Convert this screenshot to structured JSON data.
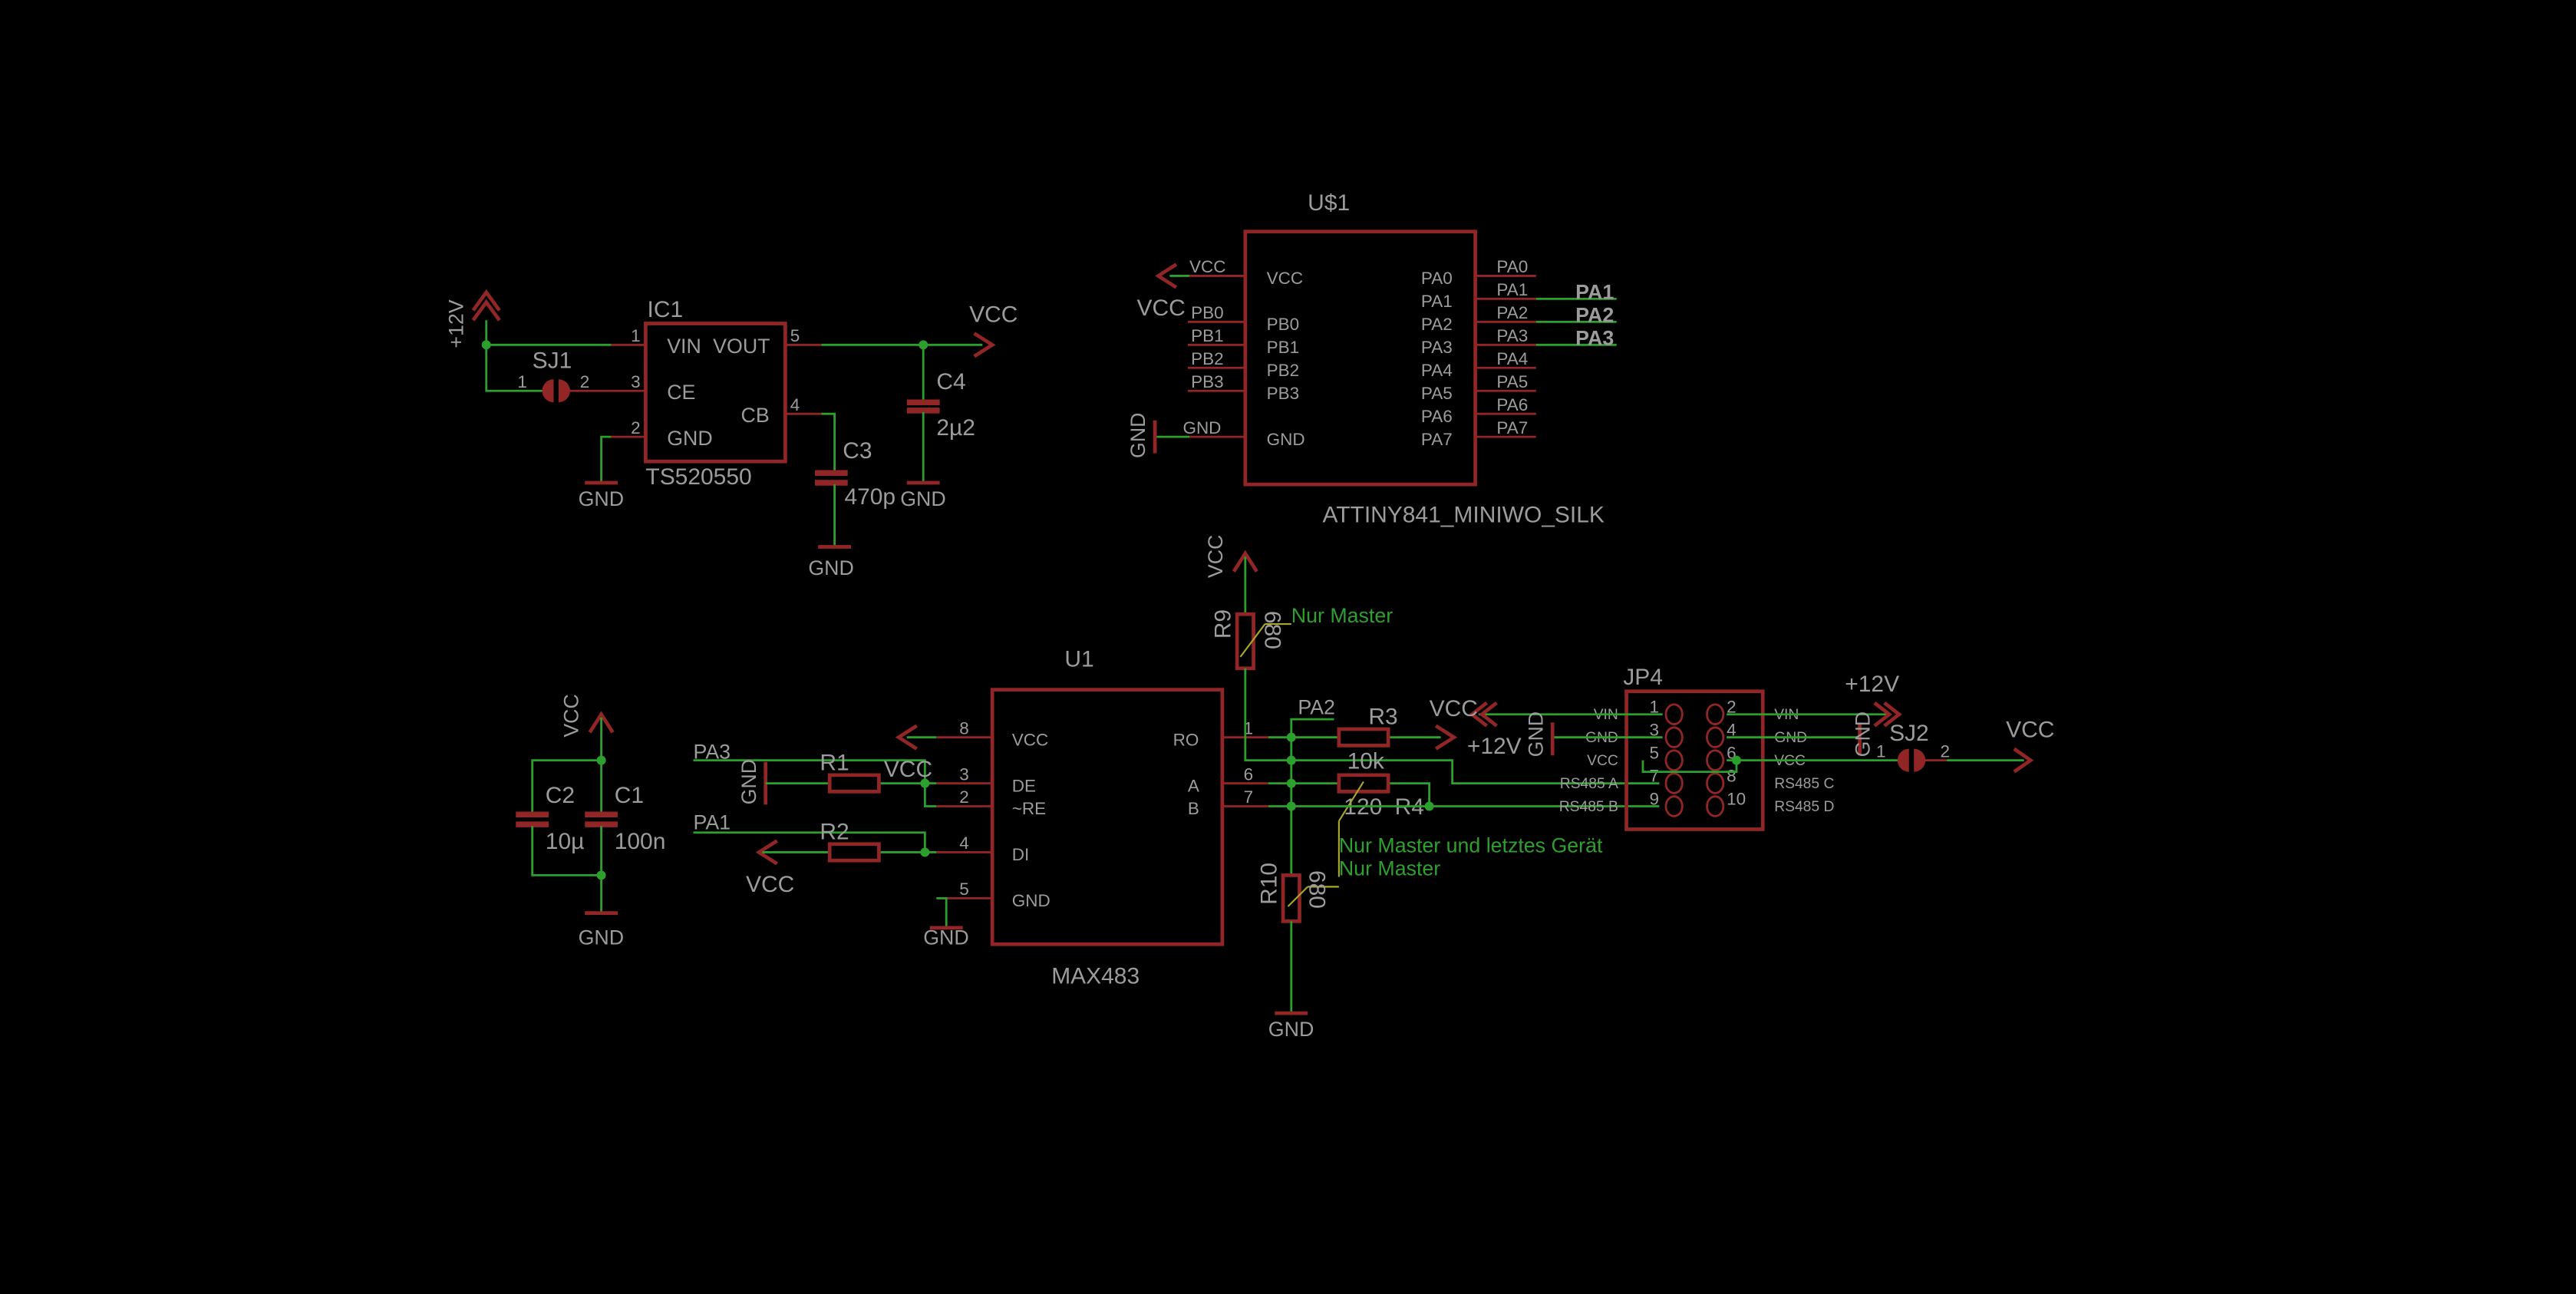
{
  "colors": {
    "background": "#000000",
    "wire": "#2ca02c",
    "symbol": "#922525",
    "text": "#9c9c9c",
    "note": "#2f9f2f"
  },
  "ic1": {
    "ref": "IC1",
    "value": "TS520550",
    "pin_vin": "VIN",
    "pin_vout": "VOUT",
    "pin_ce": "CE",
    "pin_cb": "CB",
    "pin_gnd": "GND",
    "n1": "1",
    "n3": "3",
    "n2": "2",
    "n5": "5",
    "n4": "4"
  },
  "sj1": {
    "ref": "SJ1",
    "p1": "1",
    "p2": "2"
  },
  "c3": {
    "ref": "C3",
    "value": "470p"
  },
  "c4": {
    "ref": "C4",
    "value": "2µ2"
  },
  "c1": {
    "ref": "C1",
    "value": "100n"
  },
  "c2": {
    "ref": "C2",
    "value": "10µ"
  },
  "supply": {
    "p12v": "+12V",
    "vcc": "VCC",
    "gnd": "GND"
  },
  "us1": {
    "ref": "U$1",
    "value": "ATTINY841_MINIWO_SILK",
    "left_pins": [
      "VCC",
      "PB0",
      "PB1",
      "PB2",
      "PB3",
      "GND"
    ],
    "right_pins": [
      "PA0",
      "PA1",
      "PA2",
      "PA3",
      "PA4",
      "PA5",
      "PA6",
      "PA7"
    ],
    "nets": [
      "PA1",
      "PA2",
      "PA3"
    ]
  },
  "u1": {
    "ref": "U1",
    "value": "MAX483",
    "pin_vcc": "VCC",
    "pin_de": "DE",
    "pin_re": "~RE",
    "pin_di": "DI",
    "pin_gnd": "GND",
    "pin_ro": "RO",
    "pin_a": "A",
    "pin_b": "B",
    "n8": "8",
    "n3": "3",
    "n2": "2",
    "n4": "4",
    "n5": "5",
    "n1": "1",
    "n6": "6",
    "n7": "7"
  },
  "nets": {
    "pa3": "PA3",
    "pa1": "PA1",
    "pa2": "PA2"
  },
  "r1": {
    "ref": "R1"
  },
  "r2": {
    "ref": "R2"
  },
  "r3": {
    "ref": "R3",
    "value": "10k"
  },
  "r4": {
    "ref": "R4",
    "value": "120"
  },
  "r9": {
    "ref": "R9",
    "value": "680"
  },
  "r10": {
    "ref": "R10",
    "value": "680"
  },
  "notes": {
    "r9": "Nur Master",
    "r4": "Nur Master und letztes Gerät",
    "r10": "Nur Master"
  },
  "jp4": {
    "ref": "JP4",
    "pin_numbers": [
      "1",
      "2",
      "3",
      "4",
      "5",
      "6",
      "7",
      "8",
      "9",
      "10"
    ],
    "left_labels": [
      "VIN",
      "GND",
      "VCC",
      "RS485 A",
      "RS485 B"
    ],
    "right_labels": [
      "VIN",
      "GND",
      "VCC",
      "RS485 C",
      "RS485 D"
    ]
  },
  "sj2": {
    "ref": "SJ2",
    "p1": "1",
    "p2": "2"
  }
}
